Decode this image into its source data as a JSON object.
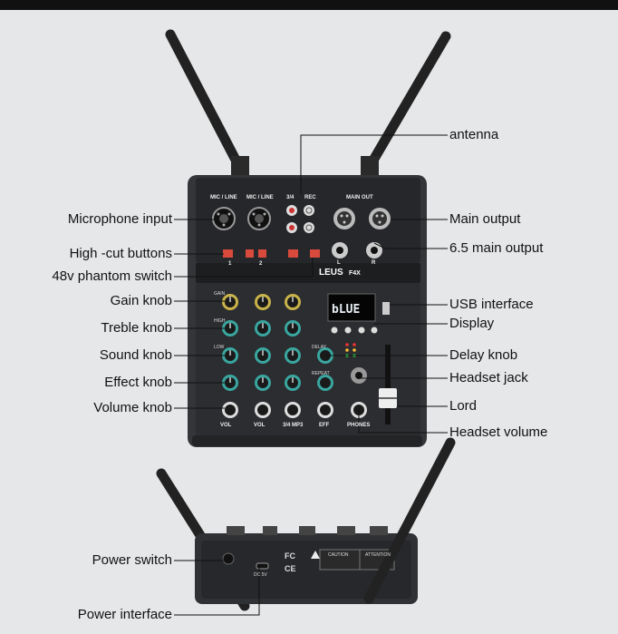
{
  "device": {
    "brand": "LEUS",
    "model": "F4X",
    "display_text": "bLUE"
  },
  "panel_labels": {
    "mic_line_1": "MIC / LINE",
    "mic_line_2": "MIC / LINE",
    "in_34": "3/4",
    "rec": "REC",
    "main_out": "MAIN OUT",
    "ch_vol_1": "VOL",
    "ch_vol_2": "VOL",
    "ch_34": "3/4 MP3",
    "eff": "EFF",
    "phones": "PHONES",
    "gain": "GAIN",
    "high": "HIGH",
    "low": "LOW",
    "delay": "DELAY",
    "repeat": "REPEAT",
    "num_1": "1",
    "num_2": "2",
    "out_l": "L",
    "out_r": "R",
    "fc": "FC",
    "ce": "CE",
    "caution": "CAUTION",
    "attention": "ATTENTION",
    "dc": "DC 5V"
  },
  "callouts_left": [
    {
      "id": "microphone-input",
      "text": "Microphone input"
    },
    {
      "id": "high-cut-buttons",
      "text": "High -cut buttons"
    },
    {
      "id": "phantom-switch",
      "text": "48v phantom switch"
    },
    {
      "id": "gain-knob",
      "text": "Gain knob"
    },
    {
      "id": "treble-knob",
      "text": "Treble knob"
    },
    {
      "id": "sound-knob",
      "text": "Sound knob"
    },
    {
      "id": "effect-knob",
      "text": "Effect knob"
    },
    {
      "id": "volume-knob",
      "text": "Volume knob"
    },
    {
      "id": "power-switch",
      "text": "Power switch"
    },
    {
      "id": "power-interface",
      "text": "Power interface"
    }
  ],
  "callouts_right": [
    {
      "id": "antenna",
      "text": "antenna"
    },
    {
      "id": "main-output",
      "text": "Main output"
    },
    {
      "id": "main-output-65",
      "text": "6.5 main output"
    },
    {
      "id": "usb-interface",
      "text": "USB interface"
    },
    {
      "id": "display",
      "text": "Display"
    },
    {
      "id": "delay-knob",
      "text": "Delay knob"
    },
    {
      "id": "headset-jack",
      "text": "Headset jack"
    },
    {
      "id": "lord",
      "text": "Lord"
    },
    {
      "id": "headset-volume",
      "text": "Headset volume"
    }
  ]
}
